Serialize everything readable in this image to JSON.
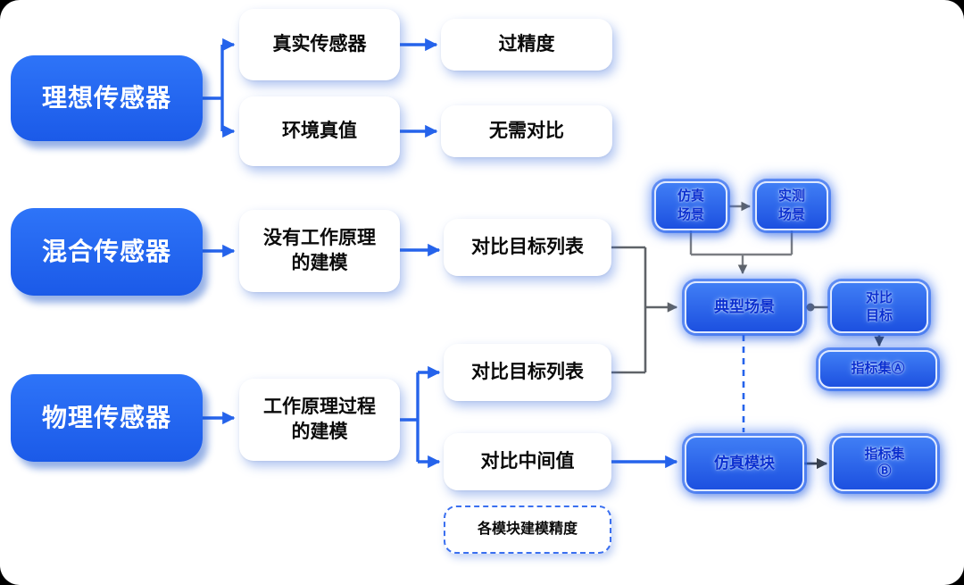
{
  "diagram": {
    "sensors": [
      {
        "label": "理想传感器"
      },
      {
        "label": "混合传感器"
      },
      {
        "label": "物理传感器"
      }
    ],
    "models": {
      "real_sensor": "真实传感器",
      "env_truth": "环境真值",
      "no_principle_model": "没有工作原理的建模",
      "principle_model": "工作原理过程的建模"
    },
    "comparisons": {
      "over_precision": "过精度",
      "no_compare_needed": "无需对比",
      "target_list_hybrid": "对比目标列表",
      "target_list_physical": "对比目标列表",
      "intermediate_values": "对比中间值",
      "module_precision": "各模块建模精度"
    },
    "evaluation": {
      "sim_scene": "仿真场景",
      "real_scene": "实测场景",
      "typical_scene": "典型场景",
      "compare_target": "对比目标",
      "metric_set_a": "指标集Ⓐ",
      "sim_module": "仿真模块",
      "metric_set_b_line1": "指标集",
      "metric_set_b_line2": "Ⓑ"
    },
    "colors": {
      "primary_blue": "#2066F0",
      "arrow_blue": "#2563EB",
      "connector_gray": "#5f6368"
    }
  }
}
